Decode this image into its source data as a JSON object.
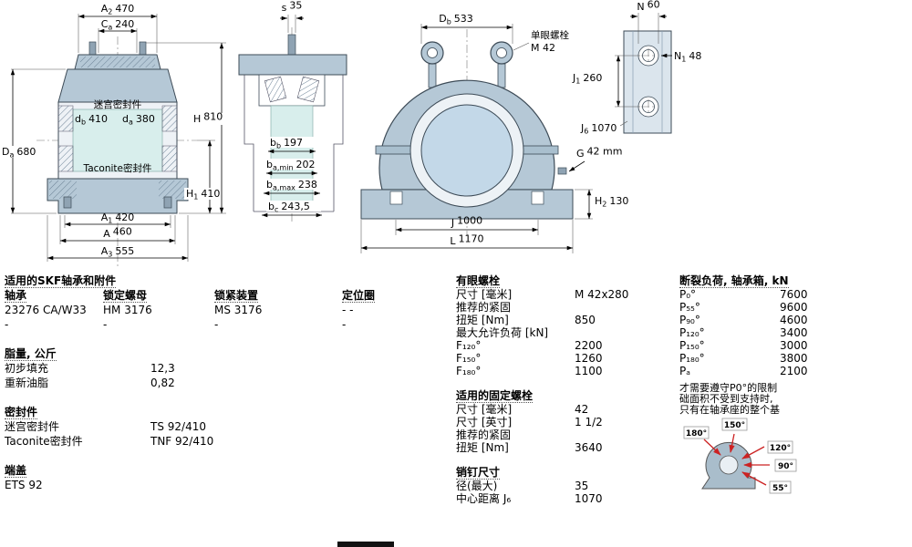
{
  "page": {
    "background": "#ffffff"
  },
  "colors": {
    "housing_fill": "#b5c8d6",
    "panel_fill": "#dbe5ed",
    "bore_fill": "#d8eeec",
    "shaft_circle_fill": "#c3d8e8",
    "steel_fill": "#8fa3b3",
    "load_arrow_red": "#cc2222"
  },
  "drawings": {
    "left": {
      "seal_label_top": "迷宫密封件",
      "seal_label_bottom": "Taconite密封件",
      "dims": {
        "A2": {
          "m": "A",
          "s": "2",
          "v": "470"
        },
        "Ca": {
          "m": "C",
          "s": "a",
          "v": "240"
        },
        "db": {
          "m": "d",
          "s": "b",
          "v": "410"
        },
        "da": {
          "m": "d",
          "s": "a",
          "v": "380"
        },
        "Da": {
          "m": "D",
          "s": "a",
          "v": "680"
        },
        "H": {
          "m": "H",
          "s": "",
          "v": "810"
        },
        "H1": {
          "m": "H",
          "s": "1",
          "v": "410"
        },
        "A1": {
          "m": "A",
          "s": "1",
          "v": "420"
        },
        "A": {
          "m": "A",
          "s": "",
          "v": "460"
        },
        "A3": {
          "m": "A",
          "s": "3",
          "v": "555"
        }
      }
    },
    "middle": {
      "dims": {
        "s": {
          "m": "s",
          "s": "",
          "v": "35"
        },
        "bb": {
          "m": "b",
          "s": "b",
          "v": "197"
        },
        "bamin": {
          "m": "b",
          "s": "a,min",
          "v": "202"
        },
        "bamax": {
          "m": "b",
          "s": "a,max",
          "v": "238"
        },
        "bc": {
          "m": "b",
          "s": "c",
          "v": "243,5"
        }
      }
    },
    "front": {
      "eyebolt_line1": "单眼螺栓",
      "eyebolt_line2": "M 42",
      "dims": {
        "Db": {
          "m": "D",
          "s": "b",
          "v": "533"
        },
        "G": {
          "m": "G",
          "s": "",
          "v": "42 mm"
        },
        "H2": {
          "m": "H",
          "s": "2",
          "v": "130"
        },
        "J": {
          "m": "J",
          "s": "",
          "v": "1000"
        },
        "L": {
          "m": "L",
          "s": "",
          "v": "1170"
        }
      }
    },
    "top_view": {
      "dims": {
        "N": {
          "m": "N",
          "s": "",
          "v": "60"
        },
        "N1": {
          "m": "N",
          "s": "1",
          "v": "48"
        },
        "J1": {
          "m": "J",
          "s": "1",
          "v": "260"
        },
        "J6": {
          "m": "J",
          "s": "6",
          "v": "1070"
        }
      }
    },
    "load_diagram": {
      "angles": [
        "180°",
        "150°",
        "120°",
        "90°",
        "55°"
      ]
    }
  },
  "sections": {
    "bearings": {
      "title": "适用的SKF轴承和附件",
      "headers": [
        "轴承",
        "锁定螺母",
        "锁紧装置",
        "定位圈"
      ],
      "rows": [
        [
          "23276 CA/W33",
          "HM 3176",
          "MS 3176",
          "- -"
        ],
        [
          "-",
          "-",
          "-",
          "-"
        ]
      ]
    },
    "grease": {
      "title": "脂量, 公斤",
      "rows": [
        {
          "label": "初步填充",
          "value": "12,3"
        },
        {
          "label": "重新油脂",
          "value": "0,82"
        }
      ]
    },
    "seals": {
      "title": "密封件",
      "rows": [
        {
          "label": "迷宫密封件",
          "value": "TS 92/410"
        },
        {
          "label": "Taconite密封件",
          "value": "TNF 92/410"
        }
      ]
    },
    "end_cover": {
      "title": "端盖",
      "value": "ETS 92"
    },
    "eye_bolts": {
      "title": "有眼螺栓",
      "rows": [
        {
          "label": "尺寸 [毫米]",
          "value": "M 42x280"
        },
        {
          "label": "推荐的紧固",
          "value": ""
        },
        {
          "label": "扭矩 [Nm]",
          "value": "850"
        },
        {
          "label": "最大允许负荷 [kN]",
          "value": ""
        },
        {
          "label": "F₁₂₀°",
          "value": "2200"
        },
        {
          "label": "F₁₅₀°",
          "value": "1260"
        },
        {
          "label": "F₁₈₀°",
          "value": "1100"
        }
      ]
    },
    "fixing_bolts": {
      "title": "适用的固定螺栓",
      "rows": [
        {
          "label": "尺寸 [毫米]",
          "value": "42"
        },
        {
          "label": "尺寸 [英寸]",
          "value": "1 1/2"
        },
        {
          "label": "推荐的紧固",
          "value": ""
        },
        {
          "label": "扭矩 [Nm]",
          "value": "3640"
        }
      ]
    },
    "pins": {
      "title": "销钉尺寸",
      "rows": [
        {
          "label": "径(最大)",
          "value": "35"
        },
        {
          "label": "中心距离 J₆",
          "value": "1070"
        }
      ]
    },
    "breaking_load": {
      "title": "断裂负荷, 轴承箱, kN",
      "rows": [
        {
          "label": "P₀°",
          "value": "7600"
        },
        {
          "label": "P₅₅°",
          "value": "9600"
        },
        {
          "label": "P₉₀°",
          "value": "4600"
        },
        {
          "label": "P₁₂₀°",
          "value": "3400"
        },
        {
          "label": "P₁₅₀°",
          "value": "3000"
        },
        {
          "label": "P₁₈₀°",
          "value": "3800"
        },
        {
          "label": "Pₐ",
          "value": "2100"
        }
      ],
      "note_lines": [
        "才需要遵守P0°的限制",
        "础面积不受到支持时,",
        "只有在轴承座的整个基"
      ]
    }
  }
}
